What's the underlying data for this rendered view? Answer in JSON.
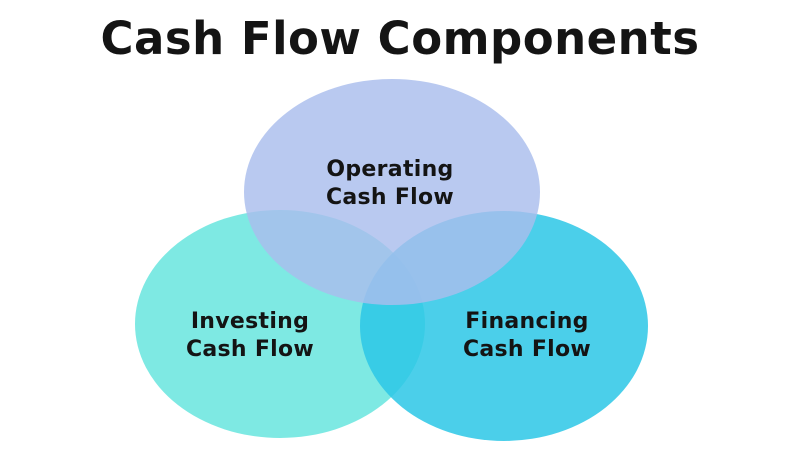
{
  "title": "Cash Flow Components",
  "diagram": {
    "type": "venn",
    "background_color": "#ffffff",
    "title_color": "#141414",
    "label_color": "#141414",
    "sets": [
      {
        "id": "operating",
        "label_line1": "Operating",
        "label_line2": "Cash Flow",
        "color": "#aabded",
        "rendered_color": "#b8c8f0"
      },
      {
        "id": "investing",
        "label_line1": "Investing",
        "label_line2": "Cash Flow",
        "color": "#5ee3dc",
        "rendered_color": "#8ae9e4"
      },
      {
        "id": "financing",
        "label_line1": "Financing",
        "label_line2": "Cash Flow",
        "color": "#2cc7e6",
        "rendered_color": "#4ccfe8"
      }
    ],
    "overlap_colors": {
      "operating_investing": "#97c5f0",
      "operating_financing": "#8ec0f0",
      "investing_financing": "#53dce2",
      "center": "#8ac2ee"
    }
  }
}
